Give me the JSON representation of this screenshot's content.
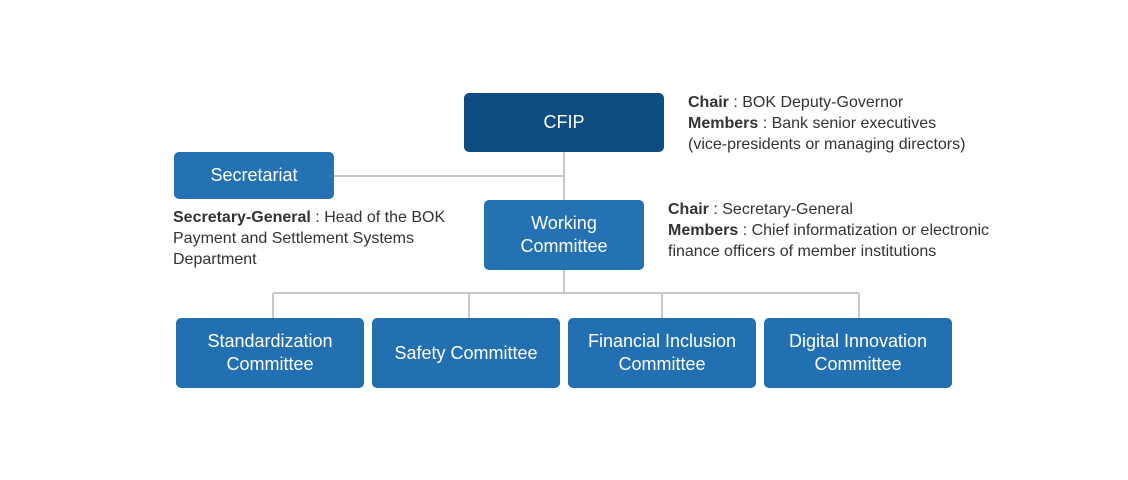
{
  "cfip": {
    "label": "CFIP",
    "chair_key": "Chair",
    "chair_value": " : BOK Deputy-Governor",
    "members_key": "Members",
    "members_value": " : Bank senior executives",
    "members_value_cont": "(vice-presidents or managing directors)"
  },
  "secretariat": {
    "label": "Secretariat",
    "sg_key": "Secretary-General",
    "sg_value": " : Head of the BOK",
    "sg_value_line2": "Payment and Settlement Systems",
    "sg_value_line3": "Department"
  },
  "working_committee": {
    "label": "Working\nCommittee",
    "chair_key": "Chair",
    "chair_value": " : Secretary-General",
    "members_key": "Members",
    "members_value": " : Chief informatization or electronic",
    "members_value_cont": "finance officers of member institutions"
  },
  "sub_committees": [
    {
      "label": "Standardization\nCommittee"
    },
    {
      "label": "Safety Committee"
    },
    {
      "label": "Financial Inclusion\nCommittee"
    },
    {
      "label": "Digital Innovation\nCommittee"
    }
  ],
  "colors": {
    "top_box": "#0f4c81",
    "boxes": "#2472b4",
    "connector": "#c8c8c8",
    "text": "#333333"
  }
}
